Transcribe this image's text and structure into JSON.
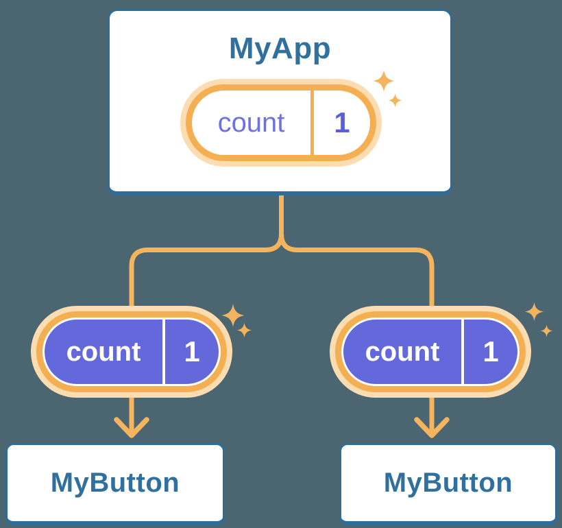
{
  "diagram": {
    "root": {
      "title": "MyApp",
      "state": {
        "name": "count",
        "value": "1"
      }
    },
    "children": [
      {
        "title": "MyButton",
        "state": {
          "name": "count",
          "value": "1"
        }
      },
      {
        "title": "MyButton",
        "state": {
          "name": "count",
          "value": "1"
        }
      }
    ]
  },
  "colors": {
    "background": "#4B6571",
    "card_fill": "#FFFFFF",
    "card_border": "#2E6D98",
    "card_text": "#31709D",
    "connector": "#F4B55E",
    "pill_ring": "#F4AF52",
    "pill_halo": "#FBDDB1",
    "state_pill_fill": "#6368DA",
    "state_pill_text": "#FFFFFF",
    "root_state_name_text": "#6F72DE",
    "root_state_value_text": "#5B5FD6",
    "sparkle": "#F2B45F"
  }
}
